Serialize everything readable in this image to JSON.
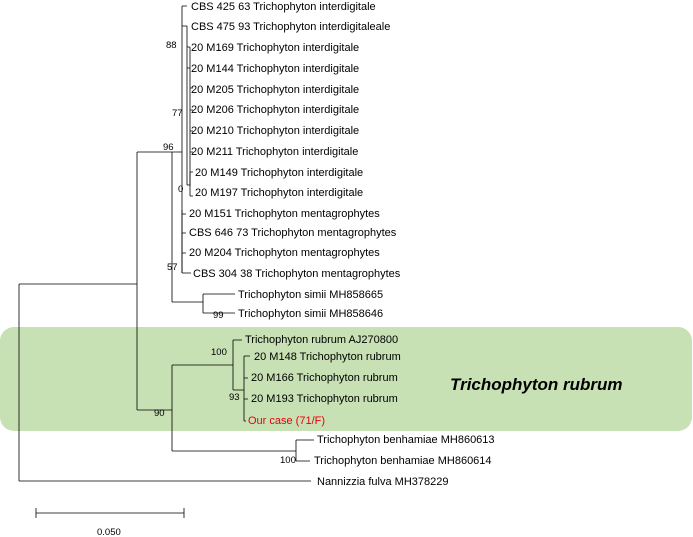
{
  "colors": {
    "highlight": "#c7e0b4",
    "branch": "#000000",
    "highlight_leaf": "#e8000b"
  },
  "clade_label": "Trichophyton rubrum",
  "scale_bar": {
    "value": 0.05,
    "label": "0.050"
  },
  "leaves": [
    {
      "label": "CBS 425 63 Trichophyton interdigitale"
    },
    {
      "label": "CBS 475 93 Trichophyton interdigitaleale"
    },
    {
      "label": "20 M169 Trichophyton interdigitale"
    },
    {
      "label": "20 M144 Trichophyton interdigitale"
    },
    {
      "label": "20 M205 Trichophyton interdigitale"
    },
    {
      "label": "20 M206 Trichophyton interdigitale"
    },
    {
      "label": "20 M210 Trichophyton interdigitale"
    },
    {
      "label": "20 M211 Trichophyton interdigitale"
    },
    {
      "label": "20 M149 Trichophyton interdigitale"
    },
    {
      "label": "20 M197 Trichophyton interdigitale"
    },
    {
      "label": "20 M151 Trichophyton mentagrophytes"
    },
    {
      "label": "CBS 646 73 Trichophyton mentagrophytes"
    },
    {
      "label": "20 M204 Trichophyton mentagrophytes"
    },
    {
      "label": "CBS 304 38 Trichophyton mentagrophytes"
    },
    {
      "label": "Trichophyton simii MH858665"
    },
    {
      "label": "Trichophyton simii MH858646"
    },
    {
      "label": "Trichophyton rubrum AJ270800"
    },
    {
      "label": "20 M148 Trichophyton rubrum"
    },
    {
      "label": "20 M166 Trichophyton rubrum"
    },
    {
      "label": "20 M193 Trichophyton rubrum"
    },
    {
      "label": "Our case (71/F)",
      "highlight": true
    },
    {
      "label": "Trichophyton benhamiae MH860613"
    },
    {
      "label": "Trichophyton benhamiae MH860614"
    },
    {
      "label": "Nannizzia fulva MH378229"
    }
  ],
  "bootstrap_values": [
    {
      "id": "interdigitale-clade",
      "label": "88"
    },
    {
      "id": "interdigitale-subclade",
      "label": "77"
    },
    {
      "id": "m149-m197",
      "label": "0"
    },
    {
      "id": "mentagrophytes-clade",
      "label": "57"
    },
    {
      "id": "simii-clade",
      "label": "99"
    },
    {
      "id": "interdigitale-simii",
      "label": "96"
    },
    {
      "id": "rubrum-clade",
      "label": "100"
    },
    {
      "id": "rubrum-subclade",
      "label": "93"
    },
    {
      "id": "rubrum-benhamiae",
      "label": "90"
    },
    {
      "id": "benhamiae-clade",
      "label": "100"
    }
  ]
}
